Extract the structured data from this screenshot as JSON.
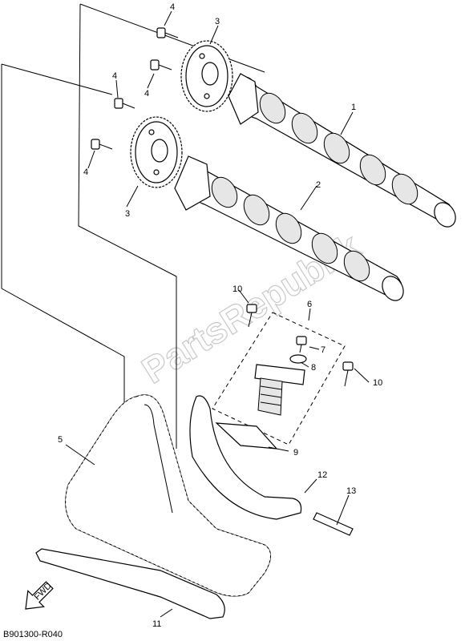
{
  "diagram_code": "B901300-R040",
  "watermark": "PartsRepublik",
  "fwd_label": "FWD",
  "callouts": {
    "p1": "1",
    "p2": "2",
    "p3a": "3",
    "p3b": "3",
    "p4a": "4",
    "p4b": "4",
    "p4c": "4",
    "p4d": "4",
    "p5": "5",
    "p6": "6",
    "p7": "7",
    "p8": "8",
    "p9": "9",
    "p10a": "10",
    "p10b": "10",
    "p11": "11",
    "p12": "12",
    "p13": "13"
  }
}
